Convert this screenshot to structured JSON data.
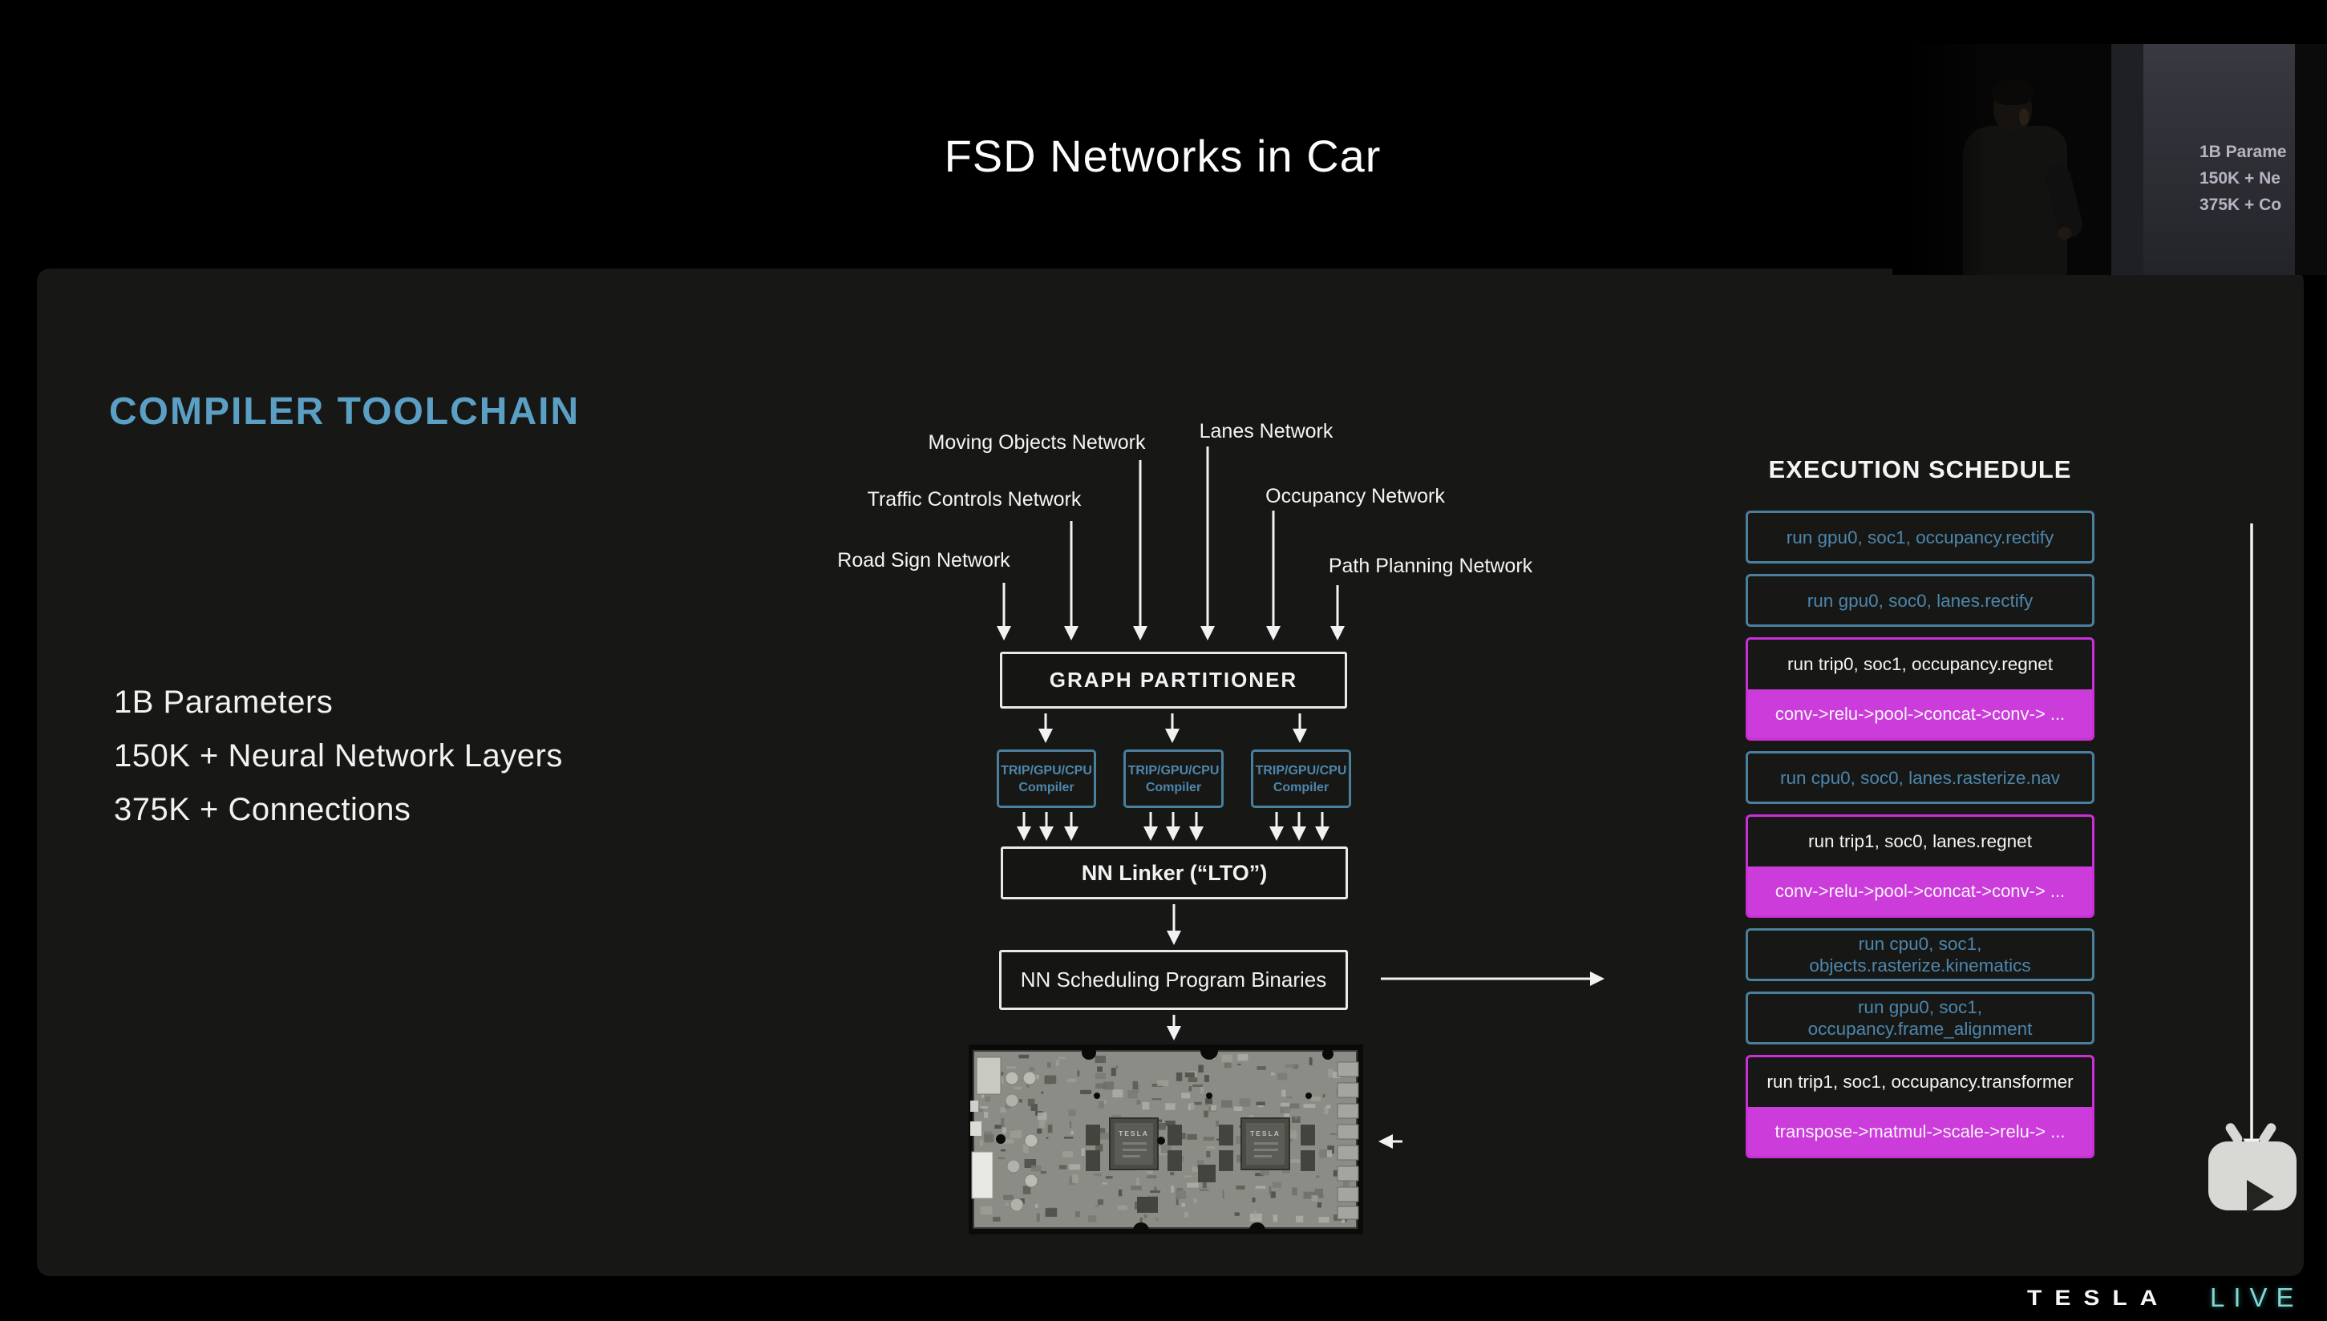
{
  "colors": {
    "accent_blue": "#5b9fc4",
    "schedule_blue": "#4d86ad",
    "magenta": "#cb3cda",
    "live_teal": "#7cd9d4",
    "panel_bg": "#171815"
  },
  "header": {
    "title": "FSD Networks in Car"
  },
  "slide": {
    "heading": "COMPILER TOOLCHAIN",
    "stats": [
      "1B Parameters",
      "150K + Neural Network Layers",
      "375K + Connections"
    ],
    "diagram": {
      "input_networks": [
        "Moving Objects Network",
        "Lanes Network",
        "Traffic Controls Network",
        "Occupancy Network",
        "Road Sign Network",
        "Path Planning Network"
      ],
      "partitioner_label": "GRAPH PARTITIONER",
      "compiler_line1": "TRIP/GPU/CPU",
      "compiler_line2": "Compiler",
      "linker_label": "NN Linker (“LTO”)",
      "binaries_label": "NN Scheduling Program Binaries",
      "chip_label": "TESLA"
    },
    "schedule": {
      "title": "EXECUTION SCHEDULE",
      "items": [
        {
          "type": "blue",
          "label": "run gpu0, soc1, occupancy.rectify"
        },
        {
          "type": "blue",
          "label": "run gpu0, soc0, lanes.rectify"
        },
        {
          "type": "magenta",
          "label": "run trip0, soc1, occupancy.regnet",
          "sub": "conv->relu->pool->concat->conv-> ..."
        },
        {
          "type": "blue",
          "label": "run cpu0, soc0, lanes.rasterize.nav"
        },
        {
          "type": "magenta",
          "label": "run trip1, soc0, lanes.regnet",
          "sub": "conv->relu->pool->concat->conv-> ..."
        },
        {
          "type": "blue",
          "label": "run cpu0, soc1, objects.rasterize.kinematics",
          "wrap": true
        },
        {
          "type": "blue",
          "label": "run gpu0, soc1, occupancy.frame_alignment",
          "wrap": true
        },
        {
          "type": "magenta",
          "label": "run trip1, soc1, occupancy.transformer",
          "sub": "transpose->matmul->scale->relu-> ..."
        }
      ]
    }
  },
  "video": {
    "projected_lines": [
      "1B Parame",
      "150K + Ne",
      "375K + Co"
    ]
  },
  "footer": {
    "brand": "TESLA",
    "live": "LIVE"
  }
}
